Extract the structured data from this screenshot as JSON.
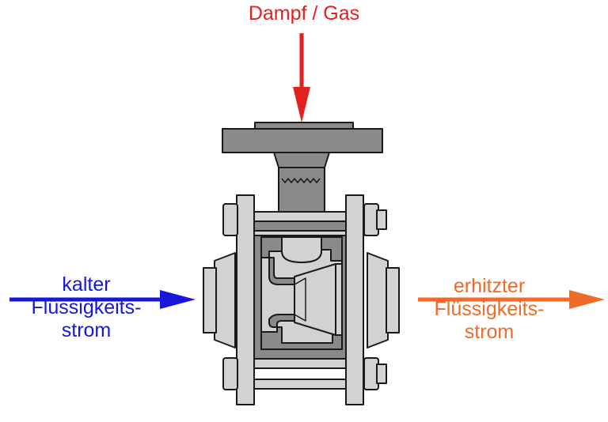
{
  "labels": {
    "top": "Dampf / Gas",
    "left_line1": "kalter",
    "left_line2": "Flüssigkeits-",
    "left_line3": "strom",
    "right_line1": "erhitzter",
    "right_line2": "Flüssigkeits-",
    "right_line3": "strom"
  },
  "colors": {
    "steam": "#e41f1f",
    "cold": "#1616dc",
    "hot": "#f06a28",
    "body_dark": "#8a8a8a",
    "body_light": "#d2d2d2",
    "outline": "#1a1a1a"
  }
}
